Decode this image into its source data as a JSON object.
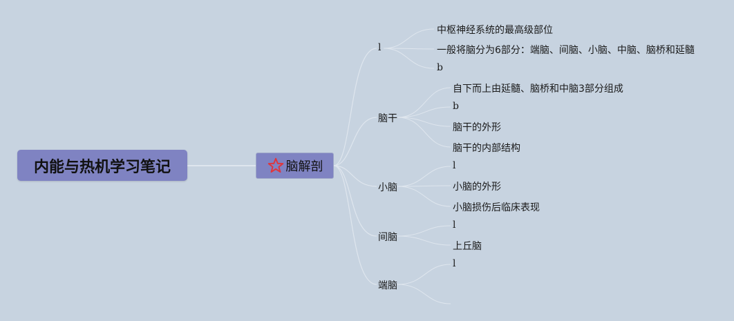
{
  "root": {
    "title": "内能与热机学习笔记"
  },
  "main_topic": {
    "label": "脑解剖",
    "icon": "star-icon",
    "icon_color": "#e0353b"
  },
  "branches": [
    {
      "label": "l",
      "children": [
        "中枢神经系统的最高级部位",
        "一般将脑分为6部分：端脑、间脑、小脑、中脑、脑桥和延髓",
        "b"
      ]
    },
    {
      "label": "脑干",
      "children": [
        "自下而上由延髓、脑桥和中脑3部分组成",
        "b",
        "脑干的外形",
        "脑干的内部结构"
      ]
    },
    {
      "label": "小脑",
      "children": [
        "l",
        "小脑的外形",
        "小脑损伤后临床表现"
      ]
    },
    {
      "label": "间脑",
      "children": [
        "l",
        "上丘脑"
      ]
    },
    {
      "label": "端脑",
      "children": [
        "l",
        ""
      ]
    }
  ],
  "colors": {
    "background": "#c7d3e0",
    "node_fill": "#7f83c2",
    "link": "#dfe6ee"
  }
}
